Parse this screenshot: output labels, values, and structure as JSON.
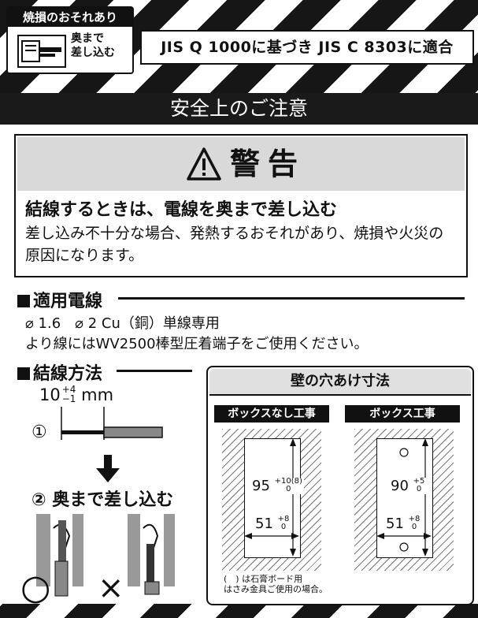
{
  "badge": {
    "title": "焼損のおそれあり",
    "line1": "奥まで",
    "line2": "差し込む"
  },
  "standard": {
    "text": "JIS Q 1000に基づき JIS C 8303に適合"
  },
  "header": {
    "title": "安全上のご注意"
  },
  "warning": {
    "title": "警告",
    "main": "結線するときは、電線を奥まで差し込む",
    "detail": "差し込み不十分な場合、発熱するおそれがあり、焼損や火災の原因になります。"
  },
  "wire_spec": {
    "heading": "適用電線",
    "line1": "⌀ 1.6　⌀ 2 Cu（銅）単線専用",
    "line2": "より線にはWV2500棒型圧着端子をご使用ください。"
  },
  "connection": {
    "heading": "結線方法",
    "strip_value": "10",
    "strip_tol_plus": "+4",
    "strip_tol_minus": "−1",
    "strip_unit": "mm",
    "step1": "①",
    "step2": "② 奥まで差し込む",
    "ok_mark": "○",
    "ng_mark": "×"
  },
  "wall_hole": {
    "heading": "壁の穴あけ寸法",
    "no_box": {
      "label": "ボックスなし工事",
      "height": "95",
      "height_tol_plus": "+10(8)",
      "height_tol_minus": "0",
      "width": "51",
      "width_tol_plus": "+8",
      "width_tol_minus": "0"
    },
    "box": {
      "label": "ボックス工事",
      "height": "90",
      "height_tol_plus": "+5",
      "height_tol_minus": "0",
      "width": "51",
      "width_tol_plus": "+8",
      "width_tol_minus": "0"
    },
    "note_line1": "(　) は石膏ボード用",
    "note_line2": "はさみ金具ご使用の場合。"
  }
}
